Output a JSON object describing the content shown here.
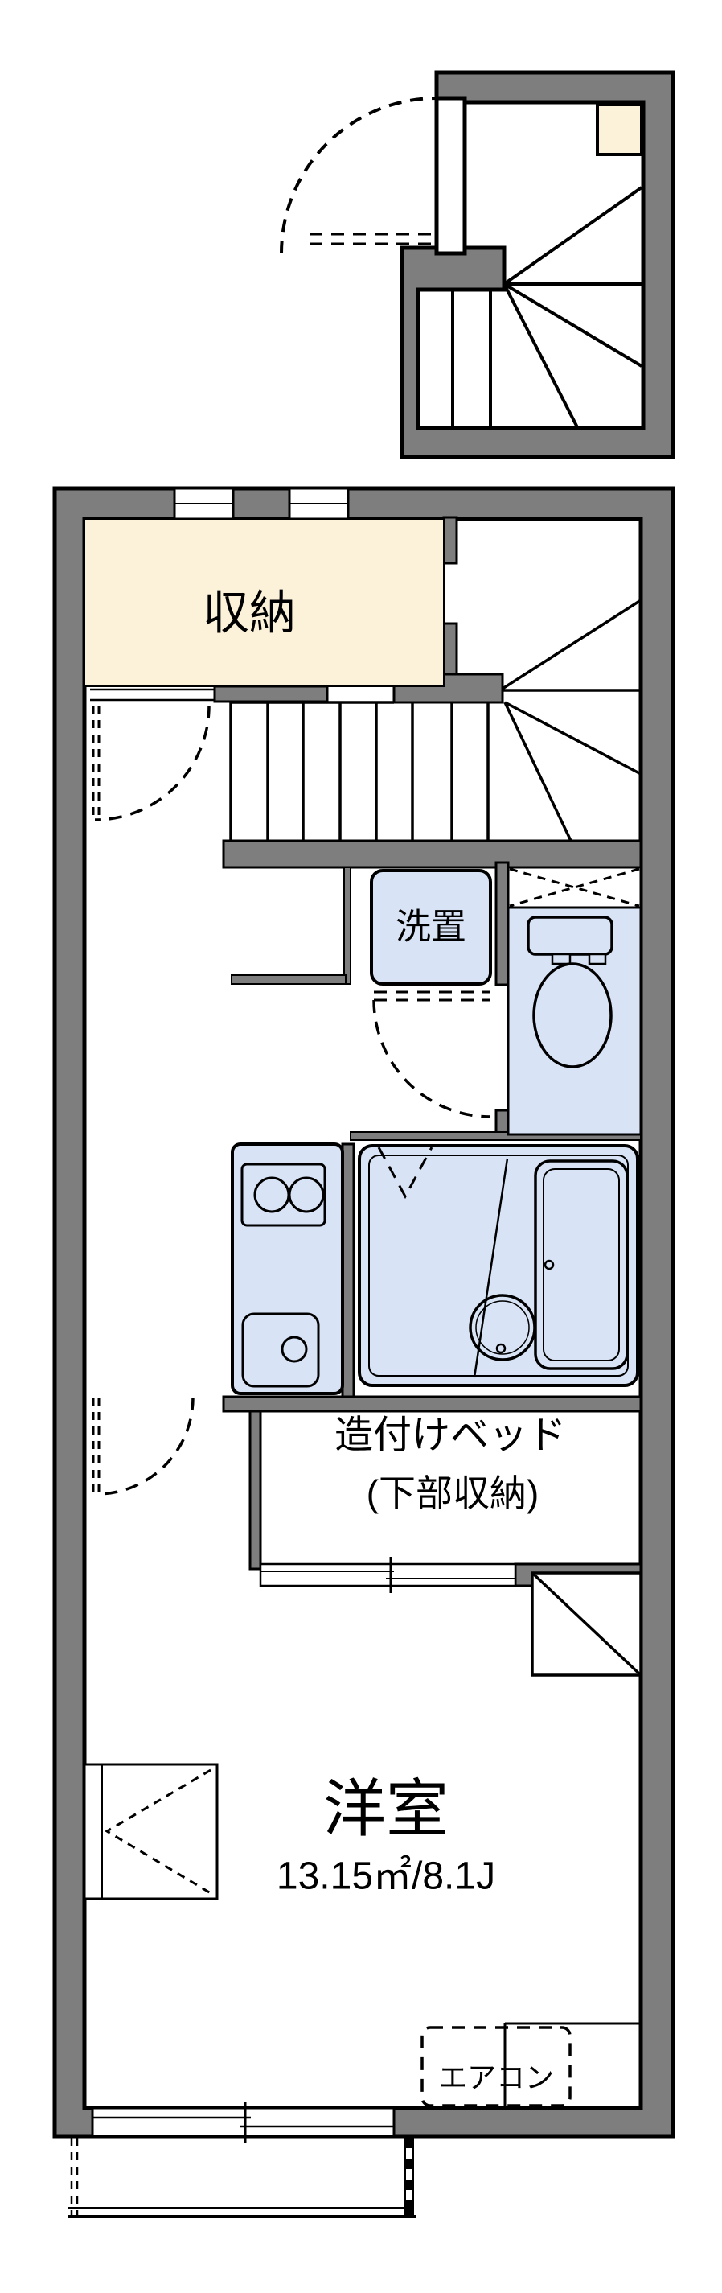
{
  "title": "apartment floor plan",
  "labels": {
    "storage": "収納",
    "laundry": "洗置",
    "bed_line1": "造付けベッド",
    "bed_line2": "(下部収納)",
    "room_name": "洋室",
    "room_area": "13.15㎡/8.1J",
    "aircon": "エアコン"
  },
  "colors": {
    "wall": "#7E7E7E",
    "cream": "#FCF1D9",
    "fixture": "#D8E4F6",
    "line": "#000000"
  }
}
